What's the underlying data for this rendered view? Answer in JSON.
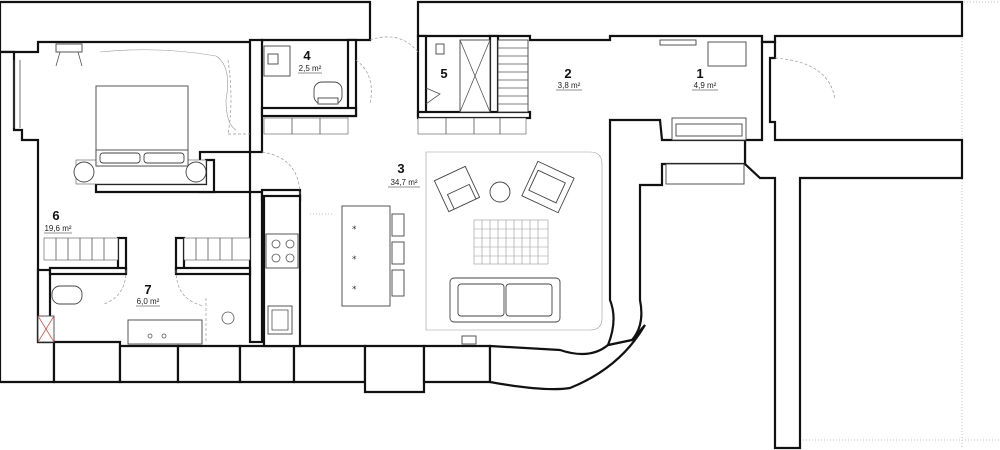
{
  "rooms": [
    {
      "number": "1",
      "area": "4,9 m²"
    },
    {
      "number": "2",
      "area": "3,8 m²"
    },
    {
      "number": "3",
      "area": "34,7 m²"
    },
    {
      "number": "4",
      "area": "2,5 m²"
    },
    {
      "number": "5",
      "area": ""
    },
    {
      "number": "6",
      "area": "19,6 m²"
    },
    {
      "number": "7",
      "area": "6,0 m²"
    }
  ],
  "island_marks": [
    "*",
    "*",
    "*"
  ],
  "colors": {
    "wall": "#111111",
    "line": "#555555",
    "accent_fixture": "#d9534f"
  }
}
